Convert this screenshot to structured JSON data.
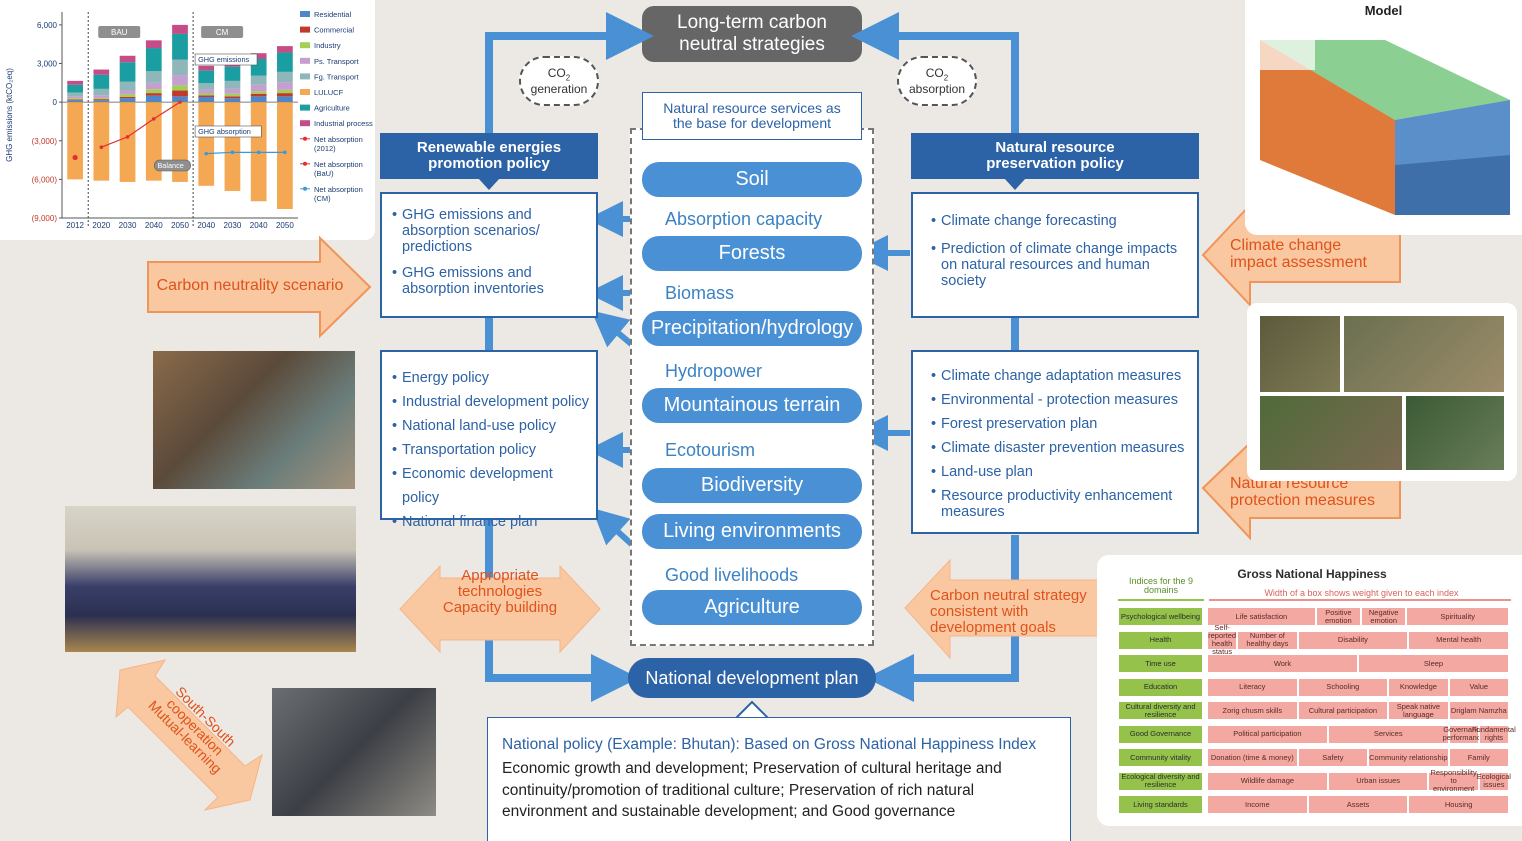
{
  "chart_data": {
    "type": "bar",
    "ylabel": "GHG emissions (ktCO₂eq)",
    "categories": [
      "2012",
      "2020",
      "2030",
      "2040",
      "2050",
      "2040",
      "2030",
      "2040",
      "2050"
    ],
    "group_labels": [
      "BAU",
      "CM"
    ],
    "yticks": [
      "6,000",
      "3,000",
      "0",
      "(3,000)",
      "(6,000)",
      "(9,000)"
    ],
    "ylim": [
      -9000,
      7000
    ],
    "stack_series": [
      {
        "name": "Residential",
        "color": "#4f86c6",
        "values": [
          150,
          150,
          300,
          500,
          450,
          400,
          300,
          450,
          450
        ]
      },
      {
        "name": "Commercial",
        "color": "#c0392b",
        "values": [
          50,
          80,
          100,
          200,
          450,
          120,
          150,
          200,
          250
        ]
      },
      {
        "name": "Industry",
        "color": "#a4cf55",
        "values": [
          100,
          100,
          200,
          300,
          400,
          150,
          200,
          200,
          250
        ]
      },
      {
        "name": "Ps. Transport",
        "color": "#c59fd0",
        "values": [
          150,
          200,
          300,
          500,
          800,
          300,
          400,
          500,
          600
        ]
      },
      {
        "name": "Fg. Transport",
        "color": "#8fb6b9",
        "values": [
          300,
          500,
          700,
          900,
          1200,
          500,
          600,
          700,
          800
        ]
      },
      {
        "name": "LULUCF",
        "color": "#f5a853",
        "values": [
          -6000,
          -6100,
          -6200,
          -6100,
          -6200,
          -6500,
          -6900,
          -7700,
          -8300
        ]
      },
      {
        "name": "Agriculture",
        "color": "#1b9ea1",
        "values": [
          600,
          1100,
          1500,
          1800,
          2000,
          1000,
          1100,
          1300,
          1500
        ]
      },
      {
        "name": "Industrial process",
        "color": "#c44d87",
        "values": [
          300,
          400,
          500,
          600,
          700,
          350,
          400,
          450,
          500
        ]
      }
    ],
    "line_series": [
      {
        "name": "Net absorption (2012)",
        "color": "#e03030",
        "points": [
          [
            0,
            -4300
          ]
        ]
      },
      {
        "name": "Net absorption (BaU)",
        "color": "#e03030",
        "points": [
          [
            1,
            -3500
          ],
          [
            2,
            -2700
          ],
          [
            3,
            -1300
          ],
          [
            4,
            0
          ]
        ]
      },
      {
        "name": "Net absorption (CM)",
        "color": "#3a9ad9",
        "points": [
          [
            5,
            -4000
          ],
          [
            6,
            -3900
          ],
          [
            7,
            -3900
          ],
          [
            8,
            -3900
          ]
        ]
      }
    ],
    "annotations": [
      "GHG emissions",
      "GHG absorption",
      "Balance"
    ]
  },
  "top_title": "Long-term carbon neutral strategies",
  "bottom_title": "National development plan",
  "co2_generation": {
    "line1": "CO",
    "sub": "2",
    "line2": "generation"
  },
  "co2_absorption": {
    "line1": "CO",
    "sub": "2",
    "line2": "absorption"
  },
  "center_header": "Natural resource services as the base for development",
  "resources": [
    "Soil",
    "Forests",
    "Precipitation/hydrology",
    "Mountainous terrain",
    "Biodiversity",
    "Living environments",
    "Agriculture"
  ],
  "services": [
    "Absorption capacity",
    "Biomass",
    "Hydropower",
    "Ecotourism",
    "Good livelihoods"
  ],
  "left_policy": {
    "header": "Renewable energies promotion policy",
    "box1": [
      "GHG emissions and absorption scenarios/ predictions",
      "GHG emissions and absorption inventories"
    ],
    "box2": [
      "Energy policy",
      "Industrial development policy",
      "National land-use policy",
      "Transportation policy",
      "Economic development policy",
      "National finance plan"
    ]
  },
  "right_policy": {
    "header": "Natural resource preservation policy",
    "box1": [
      "Climate change forecasting",
      "Prediction of climate change impacts on natural resources and human society"
    ],
    "box2": [
      "Climate change adaptation measures",
      "Environmental - protection measures",
      "Forest preservation plan",
      "Climate disaster prevention measures",
      "Land-use plan",
      "Resource productivity enhancement measures"
    ]
  },
  "arrows": {
    "carbon_scenario": "Carbon neutrality scenario",
    "appropriate": [
      "Appropriate",
      "technologies",
      "Capacity building"
    ],
    "south": [
      "South-South",
      "cooperation",
      "Mutual-learning"
    ],
    "climate_impact": [
      "Climate change",
      "impact assessment"
    ],
    "nat_protection": [
      "Natural resource",
      "protection measures"
    ],
    "carbon_strategy": [
      "Carbon neutral strategy",
      "consistent with",
      "development goals"
    ]
  },
  "national_policy": {
    "title": "National policy (Example: Bhutan): Based on Gross National Happiness Index",
    "body": "Economic growth and development; Preservation of cultural heritage and continuity/promotion of traditional culture; Preservation of rich natural environment and sustainable development; and Good governance"
  },
  "model": {
    "title": "Model"
  },
  "gnh": {
    "title": "Gross National Happiness",
    "domains_header": "Indices for the 9 domains",
    "width_header": "Width of a box shows weight given to each index",
    "rows": [
      {
        "domain": "Psychological wellbeing",
        "cells": [
          [
            "Life satisfaction",
            108
          ],
          [
            "Positive emotion",
            45
          ],
          [
            "Negative emotion",
            45
          ],
          [
            "Spirituality",
            102
          ]
        ]
      },
      {
        "domain": "Health",
        "cells": [
          [
            "Self-reported health status",
            30
          ],
          [
            "Number of healthy days",
            60
          ],
          [
            "Disability",
            110
          ],
          [
            "Mental health",
            100
          ]
        ]
      },
      {
        "domain": "Time use",
        "cells": [
          [
            "Work",
            150
          ],
          [
            "Sleep",
            150
          ]
        ]
      },
      {
        "domain": "Education",
        "cells": [
          [
            "Literacy",
            90
          ],
          [
            "Schooling",
            90
          ],
          [
            "Knowledge",
            60
          ],
          [
            "Value",
            60
          ]
        ]
      },
      {
        "domain": "Cultural diversity and resilience",
        "cells": [
          [
            "Zorig chusm skills",
            90
          ],
          [
            "Cultural participation",
            90
          ],
          [
            "Speak native language",
            60
          ],
          [
            "Driglam Namzha",
            60
          ]
        ]
      },
      {
        "domain": "Good Governance",
        "cells": [
          [
            "Political participation",
            120
          ],
          [
            "Services",
            120
          ],
          [
            "Governance performance",
            30
          ],
          [
            "Fundamental rights",
            30
          ]
        ]
      },
      {
        "domain": "Community vitality",
        "cells": [
          [
            "Donation (time & money)",
            90
          ],
          [
            "Safety",
            70
          ],
          [
            "Community relationship",
            80
          ],
          [
            "Family",
            60
          ]
        ]
      },
      {
        "domain": "Ecological diversity and resilience",
        "cells": [
          [
            "Wildlife damage",
            120
          ],
          [
            "Urban issues",
            100
          ],
          [
            "Responsibility to environment",
            50
          ],
          [
            "Ecological issues",
            30
          ]
        ]
      },
      {
        "domain": "Living standards",
        "cells": [
          [
            "Income",
            100
          ],
          [
            "Assets",
            100
          ],
          [
            "Housing",
            100
          ]
        ]
      }
    ]
  },
  "colors": {
    "blue": "#2c62a6",
    "light_blue": "#4a90d4",
    "orange": "#f5a46a",
    "red_text": "#e0521b",
    "dark_gray": "#666666"
  }
}
